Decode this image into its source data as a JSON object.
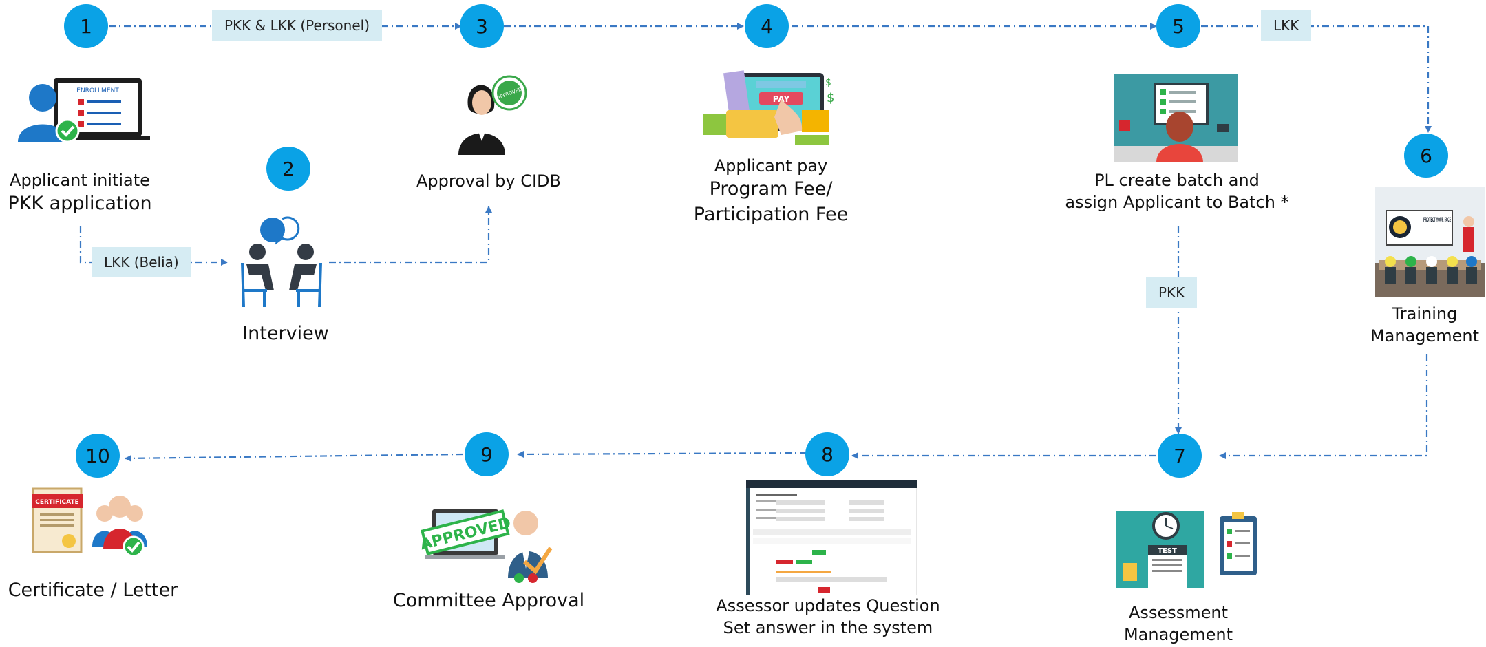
{
  "steps": [
    {
      "number": "1",
      "lines": [
        "Applicant initiate",
        "PKK application"
      ]
    },
    {
      "number": "2",
      "lines": [
        "Interview"
      ]
    },
    {
      "number": "3",
      "lines": [
        "Approval by CIDB"
      ]
    },
    {
      "number": "4",
      "lines": [
        "Applicant pay",
        "Program Fee/",
        "Participation Fee"
      ]
    },
    {
      "number": "5",
      "lines": [
        "PL create batch and",
        "assign Applicant to Batch *"
      ]
    },
    {
      "number": "6",
      "lines": [
        "Training",
        "Management"
      ]
    },
    {
      "number": "7",
      "lines": [
        "Assessment",
        "Management"
      ]
    },
    {
      "number": "8",
      "lines": [
        "Assessor updates Question",
        "Set answer in the system"
      ]
    },
    {
      "number": "9",
      "lines": [
        "Committee Approval"
      ]
    },
    {
      "number": "10",
      "lines": [
        "Certificate / Letter"
      ]
    }
  ],
  "edge_tags": {
    "pkk_lkk_personel": "PKK & LKK (Personel)",
    "lkk_belia": "LKK (Belia)",
    "lkk": "LKK",
    "pkk": "PKK"
  },
  "image_text": {
    "enrollment": "ENROLLMENT",
    "approved_stamp": "APPROVED",
    "pay": "PAY",
    "protect_your_face": "PROTECT YOUR FACE",
    "test": "TEST",
    "approved_banner": "APPROVED",
    "certificate": "CERTIFICATE"
  },
  "colors": {
    "step_circle": "#0aa2e6",
    "arrow": "#3a79c4",
    "tag_bg": "#d6ecf3"
  }
}
